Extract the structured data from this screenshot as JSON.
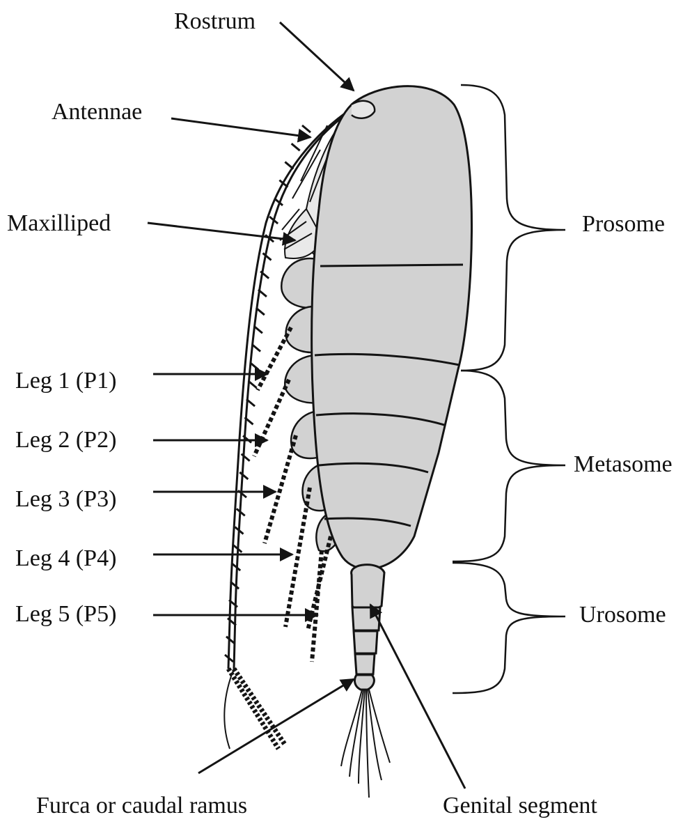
{
  "diagram": {
    "colors": {
      "body_fill": "#d2d2d2",
      "outline": "#141414",
      "text": "#111111",
      "background": "#ffffff"
    },
    "labels": {
      "rostrum": "Rostrum",
      "antennae": "Antennae",
      "maxilliped": "Maxilliped",
      "leg1": "Leg 1 (P1)",
      "leg2": "Leg 2 (P2)",
      "leg3": "Leg 3 (P3)",
      "leg4": "Leg 4 (P4)",
      "leg5": "Leg 5 (P5)",
      "furca": "Furca or caudal ramus",
      "genital": "Genital segment",
      "prosome": "Prosome",
      "metasome": "Metasome",
      "urosome": "Urosome"
    }
  }
}
